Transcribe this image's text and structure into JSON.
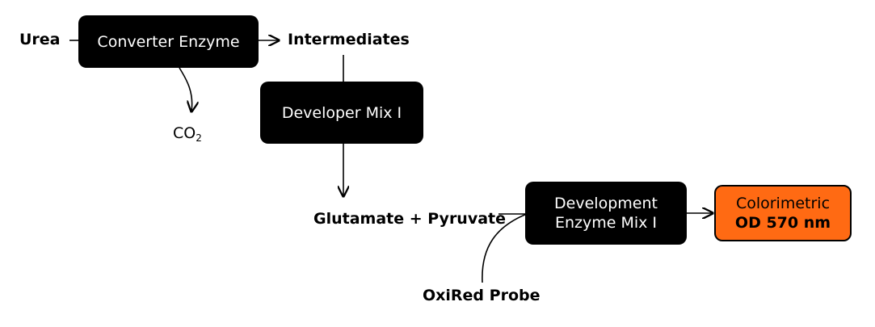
{
  "nodes": {
    "urea": "Urea",
    "intermediates": "Intermediates",
    "co2": {
      "base": "CO",
      "subscript": "2"
    },
    "glutamate_pyruvate": "Glutamate + Pyruvate",
    "oxired_probe": "OxiRed Probe"
  },
  "boxes": {
    "converter": "Converter Enzyme",
    "developer": "Developer Mix I",
    "development": {
      "line1": "Development",
      "line2": "Enzyme Mix I"
    },
    "output": {
      "line1": "Colorimetric",
      "line2": "OD 570 nm",
      "fill": "#ff6a13"
    }
  }
}
